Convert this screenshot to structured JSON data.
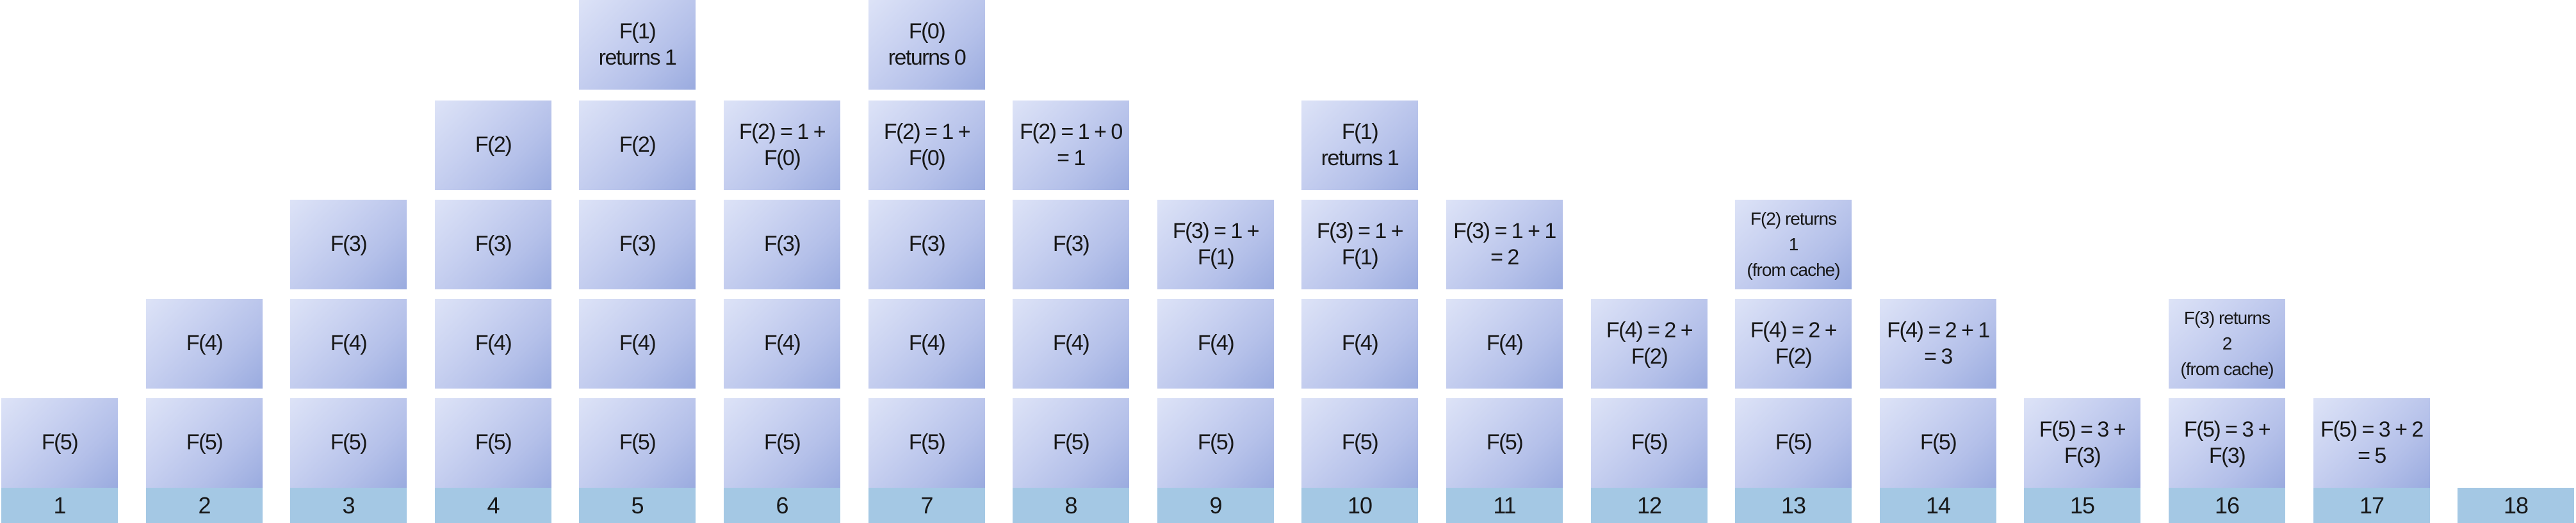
{
  "diagram": "fibonacci-memoization-call-stack",
  "colors": {
    "frame_gradient_light": "#dde3f7",
    "frame_gradient_mid": "#c3cdee",
    "frame_gradient_dark": "#9aabdf",
    "step_bar": "#a4c8e4",
    "text": "#171717",
    "background": "#ffffff"
  },
  "columns": [
    {
      "step": "1",
      "frames": [
        {
          "text": "F(5)",
          "small": false
        }
      ]
    },
    {
      "step": "2",
      "frames": [
        {
          "text": "F(4)",
          "small": false
        },
        {
          "text": "F(5)",
          "small": false
        }
      ]
    },
    {
      "step": "3",
      "frames": [
        {
          "text": "F(3)",
          "small": false
        },
        {
          "text": "F(4)",
          "small": false
        },
        {
          "text": "F(5)",
          "small": false
        }
      ]
    },
    {
      "step": "4",
      "frames": [
        {
          "text": "F(2)",
          "small": false
        },
        {
          "text": "F(3)",
          "small": false
        },
        {
          "text": "F(4)",
          "small": false
        },
        {
          "text": "F(5)",
          "small": false
        }
      ]
    },
    {
      "step": "5",
      "frames": [
        {
          "text": "F(1)\nreturns 1",
          "small": false
        },
        {
          "text": "F(2)",
          "small": false
        },
        {
          "text": "F(3)",
          "small": false
        },
        {
          "text": "F(4)",
          "small": false
        },
        {
          "text": "F(5)",
          "small": false
        }
      ]
    },
    {
      "step": "6",
      "frames": [
        {
          "text": "F(2) = 1 +\nF(0)",
          "small": false
        },
        {
          "text": "F(3)",
          "small": false
        },
        {
          "text": "F(4)",
          "small": false
        },
        {
          "text": "F(5)",
          "small": false
        }
      ]
    },
    {
      "step": "7",
      "frames": [
        {
          "text": "F(0)\nreturns 0",
          "small": false
        },
        {
          "text": "F(2) = 1 +\nF(0)",
          "small": false
        },
        {
          "text": "F(3)",
          "small": false
        },
        {
          "text": "F(4)",
          "small": false
        },
        {
          "text": "F(5)",
          "small": false
        }
      ]
    },
    {
      "step": "8",
      "frames": [
        {
          "text": "F(2) = 1 + 0\n= 1",
          "small": false
        },
        {
          "text": "F(3)",
          "small": false
        },
        {
          "text": "F(4)",
          "small": false
        },
        {
          "text": "F(5)",
          "small": false
        }
      ]
    },
    {
      "step": "9",
      "frames": [
        {
          "text": "F(3) = 1 +\nF(1)",
          "small": false
        },
        {
          "text": "F(4)",
          "small": false
        },
        {
          "text": "F(5)",
          "small": false
        }
      ]
    },
    {
      "step": "10",
      "frames": [
        {
          "text": "F(1)\nreturns 1",
          "small": false
        },
        {
          "text": "F(3) = 1 +\nF(1)",
          "small": false
        },
        {
          "text": "F(4)",
          "small": false
        },
        {
          "text": "F(5)",
          "small": false
        }
      ]
    },
    {
      "step": "11",
      "frames": [
        {
          "text": "F(3) = 1 + 1\n= 2",
          "small": false
        },
        {
          "text": "F(4)",
          "small": false
        },
        {
          "text": "F(5)",
          "small": false
        }
      ]
    },
    {
      "step": "12",
      "frames": [
        {
          "text": "F(4) = 2 +\nF(2)",
          "small": false
        },
        {
          "text": "F(5)",
          "small": false
        }
      ]
    },
    {
      "step": "13",
      "frames": [
        {
          "text": "F(2) returns\n1\n(from cache)",
          "small": true
        },
        {
          "text": "F(4) = 2 +\nF(2)",
          "small": false
        },
        {
          "text": "F(5)",
          "small": false
        }
      ]
    },
    {
      "step": "14",
      "frames": [
        {
          "text": "F(4) = 2 + 1\n= 3",
          "small": false
        },
        {
          "text": "F(5)",
          "small": false
        }
      ]
    },
    {
      "step": "15",
      "frames": [
        {
          "text": "F(5) = 3 +\nF(3)",
          "small": false
        }
      ]
    },
    {
      "step": "16",
      "frames": [
        {
          "text": "F(3) returns\n2\n(from cache)",
          "small": true
        },
        {
          "text": "F(5) = 3 +\nF(3)",
          "small": false
        }
      ]
    },
    {
      "step": "17",
      "frames": [
        {
          "text": "F(5) = 3 + 2\n= 5",
          "small": false
        }
      ]
    },
    {
      "step": "18",
      "frames": []
    }
  ]
}
